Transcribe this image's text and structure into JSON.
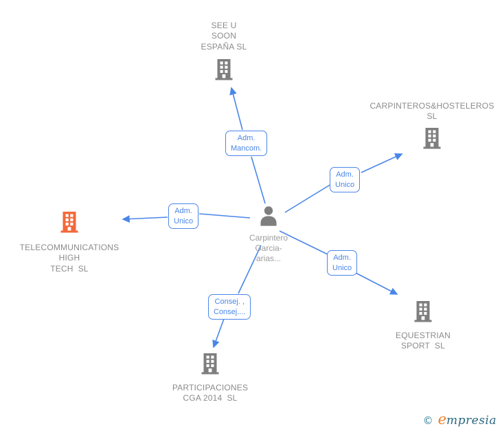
{
  "diagram": {
    "center_person": {
      "name": "Carpintero\nGarcia-\narias..."
    },
    "companies": [
      {
        "id": "see-u-soon",
        "name": "SEE U\nSOON\nESPAÑA SL"
      },
      {
        "id": "carpinteros",
        "name": "CARPINTEROS&HOSTELEROS\nSL"
      },
      {
        "id": "telecom",
        "name": "TELECOMMUNICATIONS\nHIGH\nTECH  SL"
      },
      {
        "id": "equestrian",
        "name": "EQUESTRIAN\nSPORT  SL"
      },
      {
        "id": "participaciones",
        "name": "PARTICIPACIONES\nCGA 2014  SL"
      }
    ],
    "relations": [
      {
        "target": "see-u-soon",
        "label": "Adm.\nMancom."
      },
      {
        "target": "carpinteros",
        "label": "Adm.\nUnico"
      },
      {
        "target": "telecom",
        "label": "Adm.\nUnico"
      },
      {
        "target": "equestrian",
        "label": "Adm.\nUnico"
      },
      {
        "target": "participaciones",
        "label": "Consej. ,\nConsej...."
      }
    ]
  },
  "watermark": {
    "copyright": "©",
    "brand_initial": "e",
    "brand_rest": "mpresia"
  },
  "colors": {
    "accent_blue": "#4a86e8",
    "icon_gray": "#7e7e7e",
    "icon_orange": "#f4683a",
    "company_text": "#8b8b8b",
    "person_text": "#9c9c9c",
    "logo_teal": "#2e7f9e",
    "logo_orange": "#ef7f28",
    "logo_dark": "#2a6880"
  }
}
